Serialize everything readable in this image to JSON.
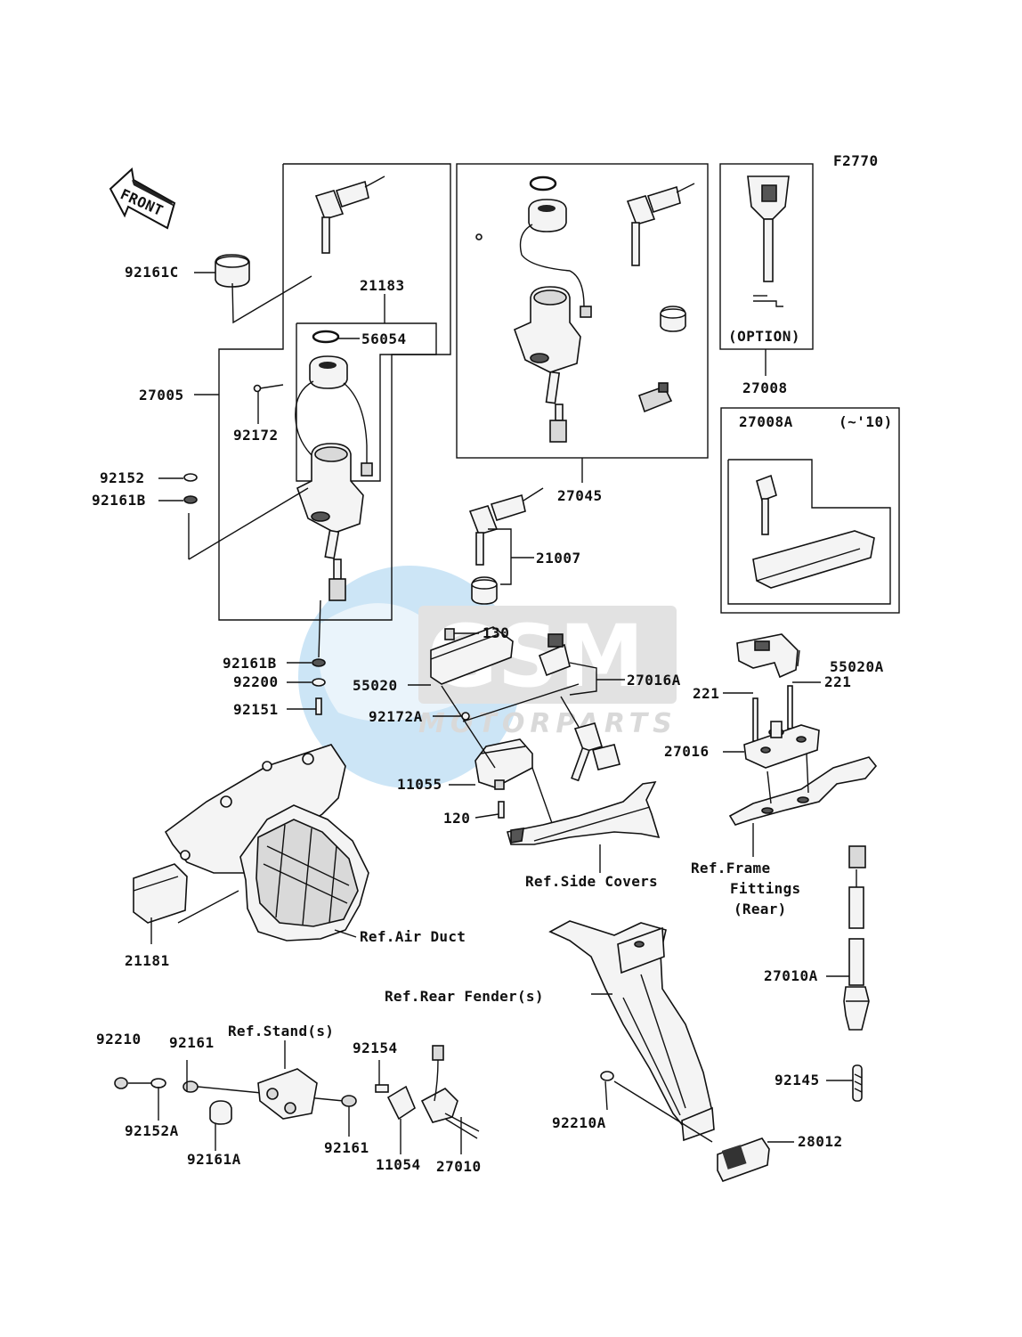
{
  "diagram_code": "F2770",
  "front_arrow": "FRONT",
  "option_label": "(OPTION)",
  "year_note": "(~'10)",
  "watermark": {
    "brand": "GSM",
    "sub": "MOTORPARTS"
  },
  "parts": {
    "p92161C": "92161C",
    "p21183": "21183",
    "p56054": "56054",
    "p27005": "27005",
    "p92172": "92172",
    "p92152": "92152",
    "p92161B_a": "92161B",
    "p92161B_b": "92161B",
    "p92200": "92200",
    "p92151": "92151",
    "p27045": "27045",
    "p27008": "27008",
    "p27008A": "27008A",
    "p21007": "21007",
    "p130": "130",
    "p55020": "55020",
    "p27016A": "27016A",
    "p92172A": "92172A",
    "p11055": "11055",
    "p120": "120",
    "p55020A": "55020A",
    "p221a": "221",
    "p221b": "221",
    "p27016": "27016",
    "p21181": "21181",
    "p27010A": "27010A",
    "p92145": "92145",
    "p92210": "92210",
    "p92161a": "92161",
    "p92161b": "92161",
    "p92152A": "92152A",
    "p92161A": "92161A",
    "p92154": "92154",
    "p11054": "11054",
    "p27010": "27010",
    "p92210A": "92210A",
    "p28012": "28012"
  },
  "refs": {
    "side_covers": "Ref.Side Covers",
    "frame_1": "Ref.Frame",
    "frame_2": "Fittings",
    "frame_3": "(Rear)",
    "air_duct": "Ref.Air Duct",
    "rear_fender": "Ref.Rear Fender(s)",
    "stand": "Ref.Stand(s)"
  }
}
